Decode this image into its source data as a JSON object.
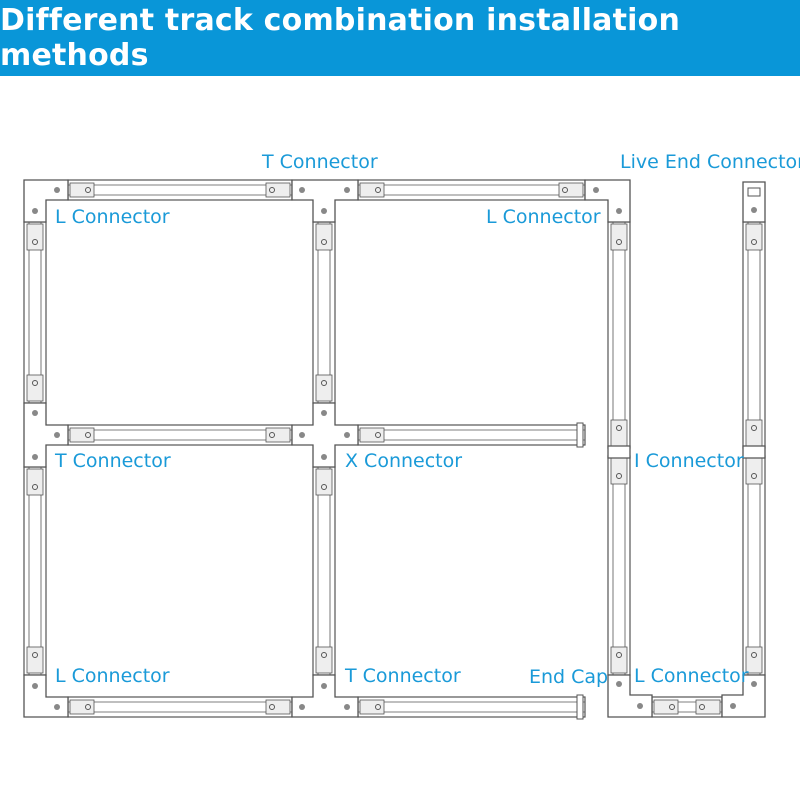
{
  "header": {
    "title": "Different track combination installation methods"
  },
  "labels": {
    "t_connector_top": "T Connector",
    "live_end_connector": "Live End Connector",
    "l_connector_top_left": "L Connector",
    "l_connector_top_right": "L Connector",
    "t_connector_left": "T Connector",
    "x_connector": "X Connector",
    "i_connector": "I Connector",
    "l_connector_bottom_left": "L Connector",
    "t_connector_bottom": "T Connector",
    "end_cap": "End Cap",
    "l_connector_bottom_right": "L Connector"
  },
  "colors": {
    "header": "#0996d8",
    "label": "#1a9ad8",
    "line": "#555555"
  }
}
